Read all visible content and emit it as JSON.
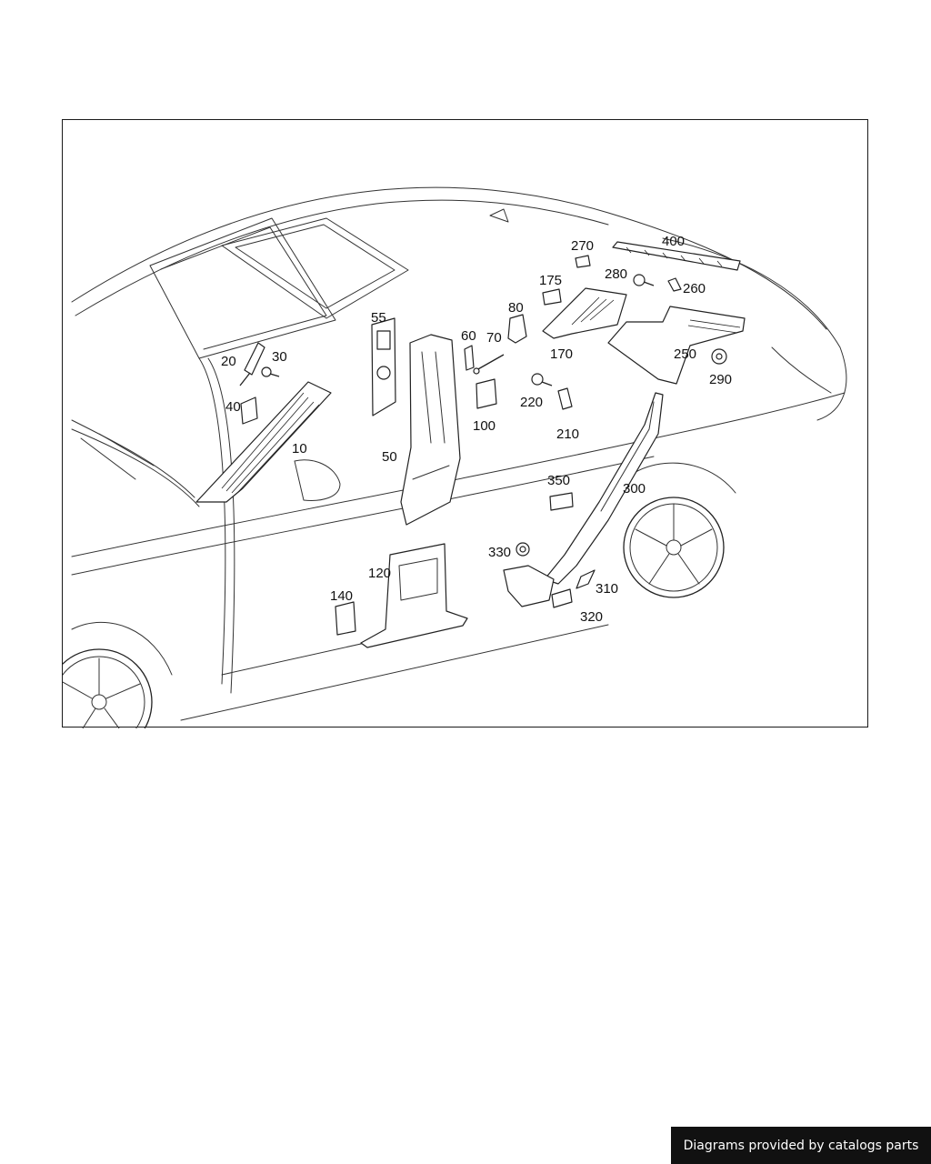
{
  "diagram": {
    "part_labels": [
      {
        "id": "10",
        "text": "10"
      },
      {
        "id": "20",
        "text": "20"
      },
      {
        "id": "30",
        "text": "30"
      },
      {
        "id": "40",
        "text": "40"
      },
      {
        "id": "50",
        "text": "50"
      },
      {
        "id": "55",
        "text": "55"
      },
      {
        "id": "60",
        "text": "60"
      },
      {
        "id": "70",
        "text": "70"
      },
      {
        "id": "80",
        "text": "80"
      },
      {
        "id": "100",
        "text": "100"
      },
      {
        "id": "120",
        "text": "120"
      },
      {
        "id": "140",
        "text": "140"
      },
      {
        "id": "170",
        "text": "170"
      },
      {
        "id": "175",
        "text": "175"
      },
      {
        "id": "210",
        "text": "210"
      },
      {
        "id": "220",
        "text": "220"
      },
      {
        "id": "250",
        "text": "250"
      },
      {
        "id": "260",
        "text": "260"
      },
      {
        "id": "270",
        "text": "270"
      },
      {
        "id": "280",
        "text": "280"
      },
      {
        "id": "290",
        "text": "290"
      },
      {
        "id": "300",
        "text": "300"
      },
      {
        "id": "310",
        "text": "310"
      },
      {
        "id": "320",
        "text": "320"
      },
      {
        "id": "330",
        "text": "330"
      },
      {
        "id": "350",
        "text": "350"
      },
      {
        "id": "400",
        "text": "400"
      }
    ]
  },
  "footer": {
    "credit": "Diagrams provided by catalogs parts"
  }
}
